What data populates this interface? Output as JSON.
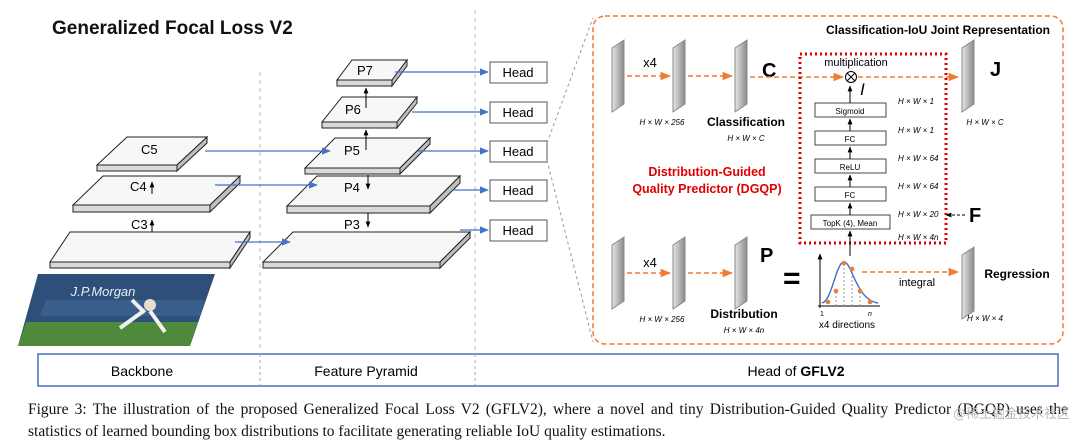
{
  "figure": {
    "title": "Generalized Focal Loss V2",
    "backbone": {
      "levels": [
        "C5",
        "C4",
        "C3"
      ]
    },
    "pyramid": {
      "levels": [
        "P7",
        "P6",
        "P5",
        "P4",
        "P3"
      ]
    },
    "head_label": "Head",
    "image_logo": "J.P.Morgan",
    "bottom_bar": [
      "Backbone",
      "Feature Pyramid",
      "Head of "
    ],
    "bottom_bar_bold": "GFLV2",
    "head_detail": {
      "joint_title": "Classification-IoU Joint Representation",
      "x4_top": "x4",
      "x4_bottom": "x4",
      "dim_256_top": "H × W × 256",
      "dim_256_bottom": "H × W × 256",
      "C": "C",
      "classification": "Classification",
      "classification_dim": "H × W × C",
      "P": "P",
      "equals": "=",
      "distribution": "Distribution",
      "distribution_dim": "H × W × 4n",
      "multiplication": "multiplication",
      "I": "I",
      "J": "J",
      "J_dim": "H × W × C",
      "F": "F",
      "dgqp_line1": "Distribution-Guided",
      "dgqp_line2": "Quality Predictor (DGQP)",
      "dgqp_blocks": [
        "Sigmoid",
        "FC",
        "ReLU",
        "FC",
        "TopK (4), Mean"
      ],
      "dgqp_dims": [
        "H × W × 1",
        "H × W × 1",
        "H × W × 64",
        "H × W × 64",
        "H × W × 20",
        "H × W × 4n"
      ],
      "integral": "integral",
      "regression": "Regression",
      "regression_dim": "H × W × 4",
      "x4_directions": "x4 directions",
      "hist_left": "1",
      "hist_right": "n"
    },
    "colors": {
      "arrow_blue": "#4472c4",
      "arrow_orange": "#ed7d31",
      "dgqp_red": "#e00000",
      "bar_border": "#4472c4"
    },
    "caption": "Figure 3: The illustration of the proposed Generalized Focal Loss V2 (GFLV2), where a novel and tiny Distribution-Guided Quality Predictor (DGQP) uses the statistics of learned bounding box distributions to facilitate generating reliable IoU quality estimations.",
    "watermark": "@稀土掘金技术社区"
  }
}
